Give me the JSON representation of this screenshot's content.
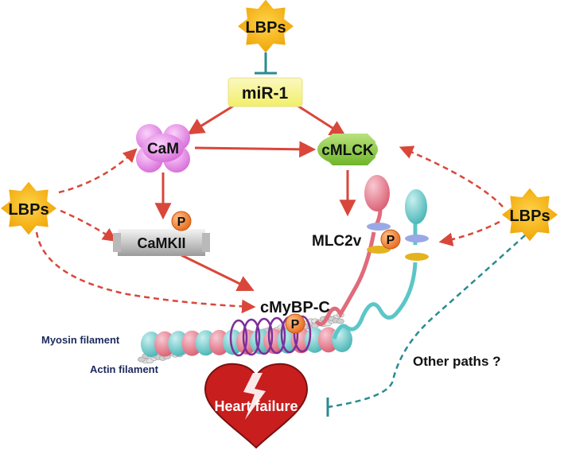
{
  "nodes": {
    "lbps_top": "LBPs",
    "mir1": "miR-1",
    "cam": "CaM",
    "cmlck": "cMLCK",
    "lbps_left": "LBPs",
    "camkii": "CaMKII",
    "lbps_right": "LBPs",
    "mlc2v": "MLC2v",
    "cmybpc": "cMyBP-C",
    "heart_failure": "Heart failure"
  },
  "labels": {
    "myosin_filament": "Myosin filament",
    "actin_filament": "Actin filament",
    "other_paths": "Other paths ?",
    "phospho": "P"
  },
  "colors": {
    "star_fill": "#f5b70a",
    "mir1_fill": "#f7f48e",
    "cam_fill": "#e58be6",
    "cmlck_fill": "#8ccd3c",
    "arrow_red": "#d9473a",
    "inhibit_teal": "#2a8b8f",
    "heart_red": "#c81e1e",
    "phospho_orange": "#f0803a",
    "teal_chain": "#5cc6c7",
    "pink_chain": "#e06b7b",
    "myosin_teal": "#6cc9c9",
    "myosin_pink": "#e9849c",
    "purple_coil": "#7c2f9a"
  },
  "icons": {
    "activation": "arrow-icon",
    "inhibition": "tbar-icon",
    "phosphorylation": "phospho-icon",
    "lightning": "lightning-icon"
  }
}
